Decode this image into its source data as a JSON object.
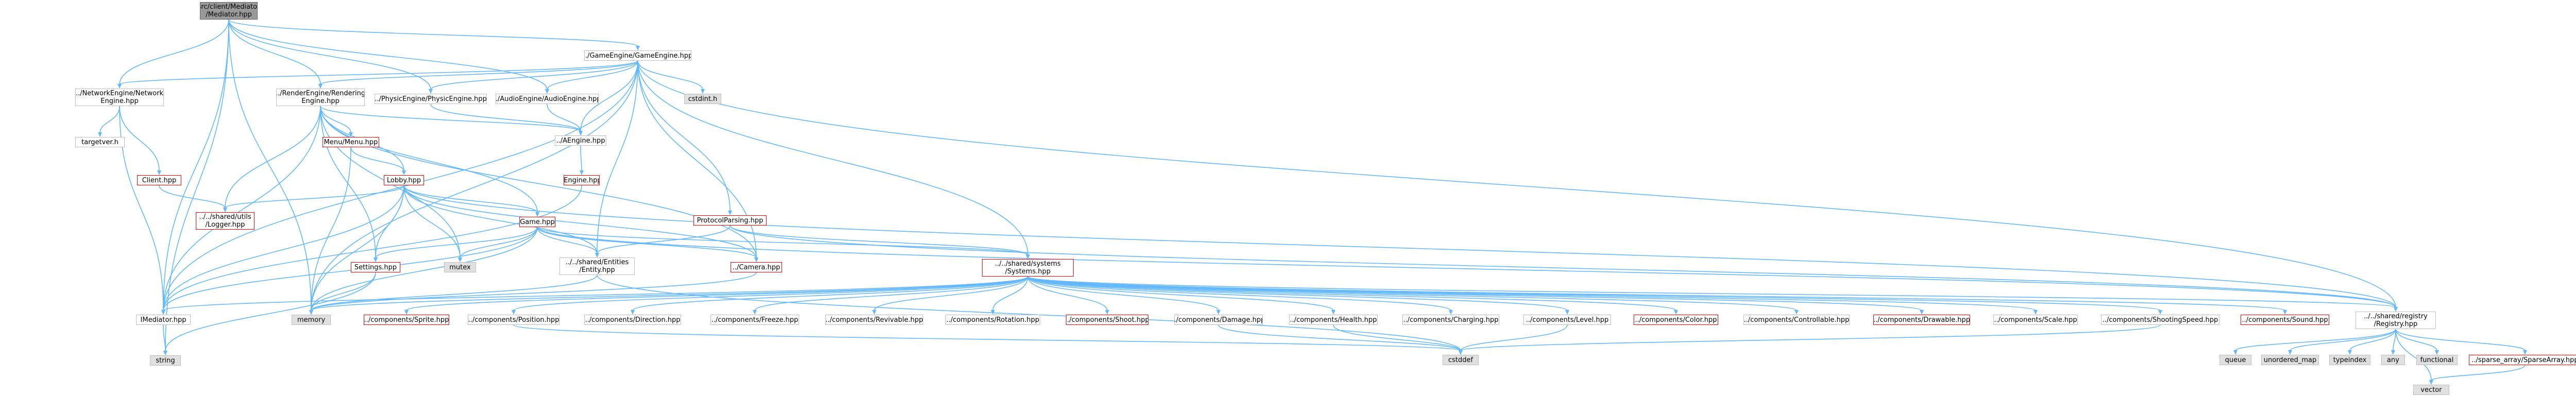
{
  "nodes": [
    {
      "id": "root",
      "label": "src/client/Mediator\n/Mediator.hpp",
      "kind": "root"
    },
    {
      "id": "gameengine",
      "label": "../GameEngine/GameEngine.hpp",
      "kind": "header"
    },
    {
      "id": "networkengine",
      "label": "../NetworkEngine/Network\nEngine.hpp",
      "kind": "header"
    },
    {
      "id": "renderingengine",
      "label": "../RenderEngine/Rendering\nEngine.hpp",
      "kind": "header"
    },
    {
      "id": "physicengine",
      "label": "../PhysicEngine/PhysicEngine.hpp",
      "kind": "header"
    },
    {
      "id": "audioengine",
      "label": "../AudioEngine/AudioEngine.hpp",
      "kind": "header"
    },
    {
      "id": "cstdint",
      "label": "cstdint.h",
      "kind": "system"
    },
    {
      "id": "aengine",
      "label": "../AEngine.hpp",
      "kind": "header"
    },
    {
      "id": "iengine",
      "label": "IEngine.hpp",
      "kind": "red"
    },
    {
      "id": "targetver",
      "label": "targetver.h",
      "kind": "header"
    },
    {
      "id": "client",
      "label": "Client.hpp",
      "kind": "red"
    },
    {
      "id": "logger",
      "label": "../../shared/utils\n/Logger.hpp",
      "kind": "red"
    },
    {
      "id": "menu",
      "label": "Menu/Menu.hpp",
      "kind": "red"
    },
    {
      "id": "lobby",
      "label": "Lobby.hpp",
      "kind": "red"
    },
    {
      "id": "protocol",
      "label": "ProtocolParsing.hpp",
      "kind": "red"
    },
    {
      "id": "game",
      "label": "Game.hpp",
      "kind": "red"
    },
    {
      "id": "settings",
      "label": "Settings.hpp",
      "kind": "red"
    },
    {
      "id": "mutex",
      "label": "mutex",
      "kind": "system"
    },
    {
      "id": "entity",
      "label": "../../shared/Entities\n/Entity.hpp",
      "kind": "header"
    },
    {
      "id": "camera",
      "label": "../Camera.hpp",
      "kind": "red"
    },
    {
      "id": "systems",
      "label": "../../shared/systems\n/Systems.hpp",
      "kind": "red"
    },
    {
      "id": "imediator",
      "label": "IMediator.hpp",
      "kind": "header"
    },
    {
      "id": "memory",
      "label": "memory",
      "kind": "system"
    },
    {
      "id": "string",
      "label": "string",
      "kind": "system"
    },
    {
      "id": "sprite",
      "label": "../components/Sprite.hpp",
      "kind": "red"
    },
    {
      "id": "position",
      "label": "../components/Position.hpp",
      "kind": "header"
    },
    {
      "id": "direction",
      "label": "../components/Direction.hpp",
      "kind": "header"
    },
    {
      "id": "freeze",
      "label": "../components/Freeze.hpp",
      "kind": "header"
    },
    {
      "id": "revivable",
      "label": "../components/Revivable.hpp",
      "kind": "header"
    },
    {
      "id": "rotation",
      "label": "../components/Rotation.hpp",
      "kind": "header"
    },
    {
      "id": "shoot",
      "label": "../components/Shoot.hpp",
      "kind": "red"
    },
    {
      "id": "damage",
      "label": "../components/Damage.hpp",
      "kind": "header"
    },
    {
      "id": "health",
      "label": "../components/Health.hpp",
      "kind": "header"
    },
    {
      "id": "charging",
      "label": "../components/Charging.hpp",
      "kind": "header"
    },
    {
      "id": "level",
      "label": "../components/Level.hpp",
      "kind": "header"
    },
    {
      "id": "color",
      "label": "../components/Color.hpp",
      "kind": "red"
    },
    {
      "id": "controllable",
      "label": "../components/Controllable.hpp",
      "kind": "header"
    },
    {
      "id": "drawable",
      "label": "../components/Drawable.hpp",
      "kind": "red"
    },
    {
      "id": "scale",
      "label": "../components/Scale.hpp",
      "kind": "header"
    },
    {
      "id": "shootingspeed",
      "label": "../components/ShootingSpeed.hpp",
      "kind": "header"
    },
    {
      "id": "sound",
      "label": "../components/Sound.hpp",
      "kind": "red"
    },
    {
      "id": "registry",
      "label": "../../shared/registry\n/Registry.hpp",
      "kind": "header"
    },
    {
      "id": "cstddef",
      "label": "cstddef",
      "kind": "system"
    },
    {
      "id": "queue",
      "label": "queue",
      "kind": "system"
    },
    {
      "id": "unordered_map",
      "label": "unordered_map",
      "kind": "system"
    },
    {
      "id": "typeindex",
      "label": "typeindex",
      "kind": "system"
    },
    {
      "id": "any",
      "label": "any",
      "kind": "system"
    },
    {
      "id": "functional",
      "label": "functional",
      "kind": "system"
    },
    {
      "id": "sparsearray",
      "label": "../sparse_array/SparseArray.hpp",
      "kind": "red"
    },
    {
      "id": "vector",
      "label": "vector",
      "kind": "system"
    }
  ],
  "edges": [
    [
      "root",
      "gameengine"
    ],
    [
      "root",
      "networkengine"
    ],
    [
      "root",
      "renderingengine"
    ],
    [
      "root",
      "physicengine"
    ],
    [
      "root",
      "audioengine"
    ],
    [
      "root",
      "imediator"
    ],
    [
      "root",
      "memory"
    ],
    [
      "root",
      "string"
    ],
    [
      "gameengine",
      "networkengine"
    ],
    [
      "gameengine",
      "renderingengine"
    ],
    [
      "gameengine",
      "physicengine"
    ],
    [
      "gameengine",
      "audioengine"
    ],
    [
      "gameengine",
      "cstdint"
    ],
    [
      "gameengine",
      "aengine"
    ],
    [
      "gameengine",
      "protocol"
    ],
    [
      "gameengine",
      "systems"
    ],
    [
      "gameengine",
      "entity"
    ],
    [
      "gameengine",
      "registry"
    ],
    [
      "gameengine",
      "imediator"
    ],
    [
      "gameengine",
      "memory"
    ],
    [
      "gameengine",
      "camera"
    ],
    [
      "networkengine",
      "targetver"
    ],
    [
      "networkengine",
      "client"
    ],
    [
      "networkengine",
      "imediator"
    ],
    [
      "renderingengine",
      "menu"
    ],
    [
      "renderingengine",
      "lobby"
    ],
    [
      "renderingengine",
      "game"
    ],
    [
      "renderingengine",
      "settings"
    ],
    [
      "renderingengine",
      "aengine"
    ],
    [
      "renderingengine",
      "logger"
    ],
    [
      "renderingengine",
      "imediator"
    ],
    [
      "renderingengine",
      "mutex"
    ],
    [
      "renderingengine",
      "camera"
    ],
    [
      "physicengine",
      "aengine"
    ],
    [
      "audioengine",
      "aengine"
    ],
    [
      "aengine",
      "iengine"
    ],
    [
      "iengine",
      "imediator"
    ],
    [
      "client",
      "logger"
    ],
    [
      "menu",
      "lobby"
    ],
    [
      "menu",
      "memory"
    ],
    [
      "lobby",
      "game"
    ],
    [
      "lobby",
      "settings"
    ],
    [
      "lobby",
      "logger"
    ],
    [
      "lobby",
      "mutex"
    ],
    [
      "lobby",
      "entity"
    ],
    [
      "lobby",
      "registry"
    ],
    [
      "lobby",
      "imediator"
    ],
    [
      "lobby",
      "memory"
    ],
    [
      "lobby",
      "camera"
    ],
    [
      "protocol",
      "entity"
    ],
    [
      "protocol",
      "systems"
    ],
    [
      "protocol",
      "registry"
    ],
    [
      "game",
      "settings"
    ],
    [
      "game",
      "mutex"
    ],
    [
      "game",
      "entity"
    ],
    [
      "game",
      "camera"
    ],
    [
      "game",
      "systems"
    ],
    [
      "game",
      "registry"
    ],
    [
      "game",
      "memory"
    ],
    [
      "game",
      "imediator"
    ],
    [
      "settings",
      "string"
    ],
    [
      "settings",
      "memory"
    ],
    [
      "entity",
      "memory"
    ],
    [
      "entity",
      "cstddef"
    ],
    [
      "camera",
      "memory"
    ],
    [
      "imediator",
      "string"
    ],
    [
      "systems",
      "imediator"
    ],
    [
      "systems",
      "memory"
    ],
    [
      "systems",
      "sprite"
    ],
    [
      "systems",
      "position"
    ],
    [
      "systems",
      "direction"
    ],
    [
      "systems",
      "freeze"
    ],
    [
      "systems",
      "revivable"
    ],
    [
      "systems",
      "rotation"
    ],
    [
      "systems",
      "shoot"
    ],
    [
      "systems",
      "damage"
    ],
    [
      "systems",
      "health"
    ],
    [
      "systems",
      "charging"
    ],
    [
      "systems",
      "level"
    ],
    [
      "systems",
      "color"
    ],
    [
      "systems",
      "controllable"
    ],
    [
      "systems",
      "drawable"
    ],
    [
      "systems",
      "scale"
    ],
    [
      "systems",
      "shootingspeed"
    ],
    [
      "systems",
      "sound"
    ],
    [
      "systems",
      "registry"
    ],
    [
      "damage",
      "cstddef"
    ],
    [
      "health",
      "cstddef"
    ],
    [
      "level",
      "cstddef"
    ],
    [
      "shootingspeed",
      "cstddef"
    ],
    [
      "position",
      "cstddef"
    ],
    [
      "registry",
      "queue"
    ],
    [
      "registry",
      "unordered_map"
    ],
    [
      "registry",
      "typeindex"
    ],
    [
      "registry",
      "any"
    ],
    [
      "registry",
      "functional"
    ],
    [
      "registry",
      "sparsearray"
    ],
    [
      "registry",
      "vector"
    ],
    [
      "sparsearray",
      "vector"
    ]
  ]
}
